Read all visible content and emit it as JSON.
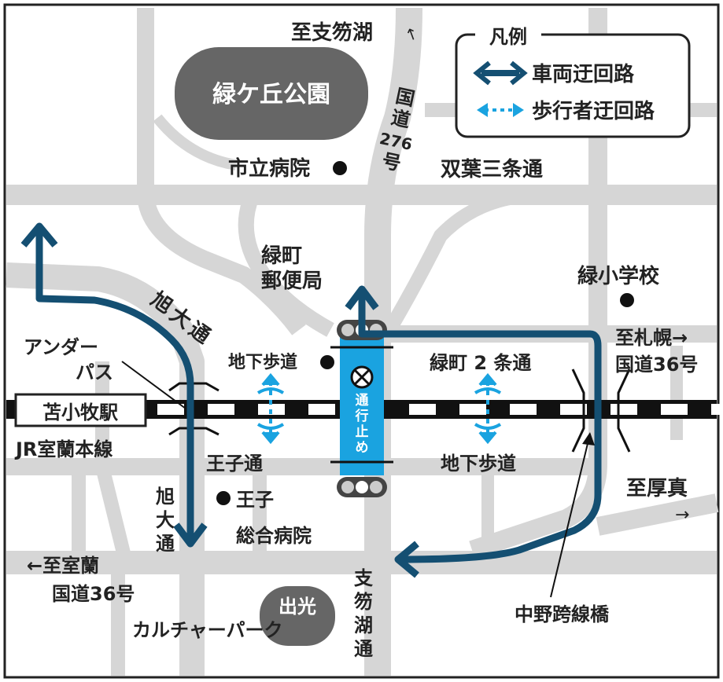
{
  "colors": {
    "road": "#d6d6d6",
    "park": "#666666",
    "vehicle_detour": "#144f72",
    "pedestrian_detour": "#1aa3e0",
    "closed": "#1aa3e0",
    "rail": "#111111",
    "text": "#222222"
  },
  "legend": {
    "title": "凡例",
    "vehicle": "車両迂回路",
    "pedestrian": "歩行者迂回路"
  },
  "labels": {
    "to_shikotsu": "至支笏湖",
    "to_shikotsu_arrow": "↑",
    "park": "緑ケ丘公園",
    "hospital_city": "市立病院",
    "route276": [
      "国",
      "道",
      "276",
      "号"
    ],
    "futaba": "双葉三条通",
    "midorimachi_po": [
      "緑町",
      "郵便局"
    ],
    "midori_school": "緑小学校",
    "asahi_dori_diag": [
      "旭",
      "大",
      "通"
    ],
    "underpass": [
      "アンダー",
      "パス"
    ],
    "chika_left": "地下歩道",
    "midorimachi2": "緑町 2 条通",
    "to_sapporo": [
      "至札幌→",
      "国道36号"
    ],
    "station": "苫小牧駅",
    "jr_line": "JR室蘭本線",
    "oji_dori": "王子通",
    "chika_right": "地下歩道",
    "to_atsuma": "至厚真",
    "to_atsuma_arrow": "→",
    "asahi_dori_vert": [
      "旭",
      "大",
      "通"
    ],
    "oji_hospital": [
      "王子",
      "総合病院"
    ],
    "to_muroran": [
      "←至室蘭",
      "国道36号"
    ],
    "shiraoi_dori": [
      "支",
      "笏",
      "湖",
      "通"
    ],
    "idemitsu": [
      "出光",
      "カルチャーパーク"
    ],
    "nakano_bridge": "中野跨線橋",
    "closed": [
      "通",
      "行",
      "止",
      "め"
    ]
  }
}
